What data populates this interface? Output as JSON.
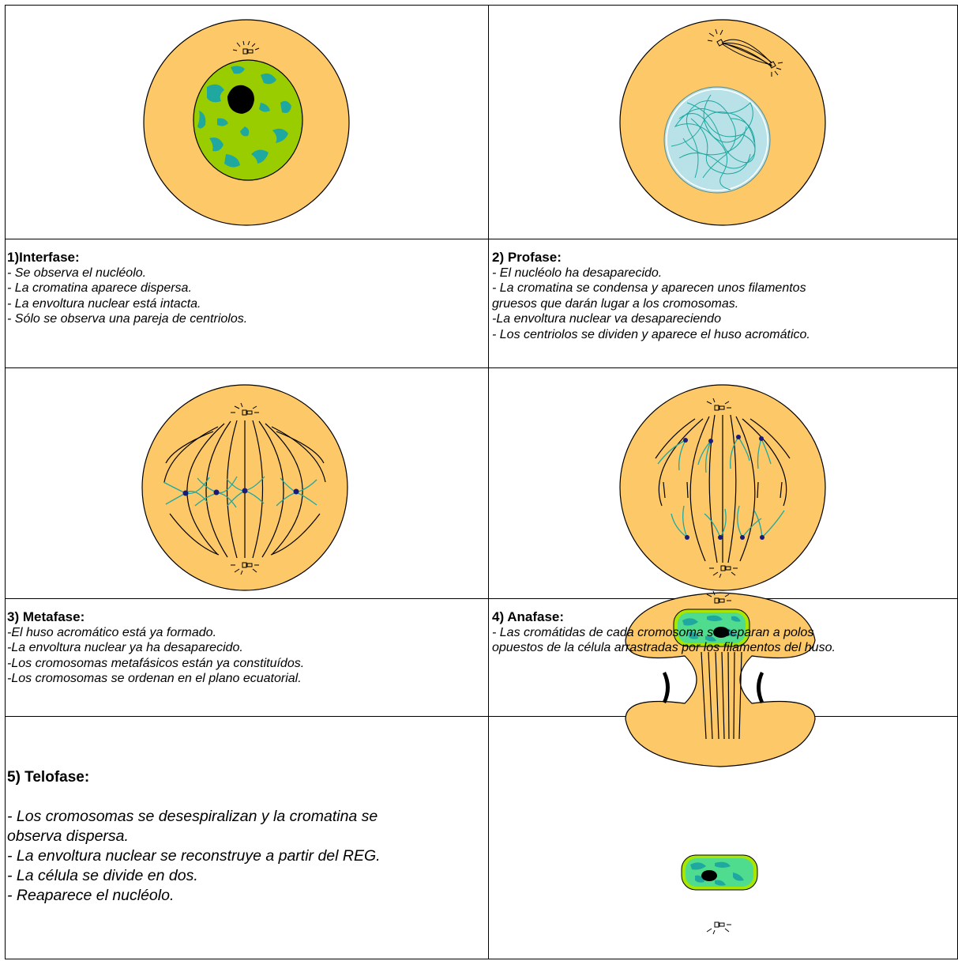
{
  "colors": {
    "cytoplasm": "#fdc867",
    "nucleus": "#9acd00",
    "chromatin": "#1fa8a0",
    "prophase_nucleus": "#b8e2e8",
    "spindle": "#000000"
  },
  "phases": [
    {
      "title": "1)Interfase:",
      "lines": [
        "- Se observa el nucléolo.",
        "- La cromatina aparece dispersa.",
        "- La envoltura nuclear está intacta.",
        "- Sólo se observa una pareja de centriolos."
      ]
    },
    {
      "title": "2) Profase:",
      "lines": [
        "- El nucléolo ha desaparecido.",
        "- La cromatina se condensa y aparecen unos filamentos",
        "gruesos que darán lugar a los cromosomas.",
        "-La envoltura nuclear va desapareciendo",
        "- Los centriolos se dividen y aparece el huso acromático."
      ]
    },
    {
      "title": "3) Metafase:",
      "lines": [
        "-El huso acromático está ya formado.",
        "-La envoltura nuclear ya ha desaparecido.",
        "-Los cromosomas metafásicos están ya constituídos.",
        "-Los cromosomas se ordenan en el plano ecuatorial."
      ]
    },
    {
      "title": "4) Anafase:",
      "lines": [
        "- Las cromátidas de cada cromosoma se separan a polos",
        "opuestos de la célula arrastradas por los filamentos del huso."
      ]
    },
    {
      "title": "5) Telofase:",
      "lines": [
        "- Los cromosomas se desespiralizan y la cromatina se",
        "observa  dispersa.",
        "- La envoltura nuclear se reconstruye a partir del REG.",
        "- La célula se divide en dos.",
        "- Reaparece el nucléolo."
      ]
    }
  ]
}
